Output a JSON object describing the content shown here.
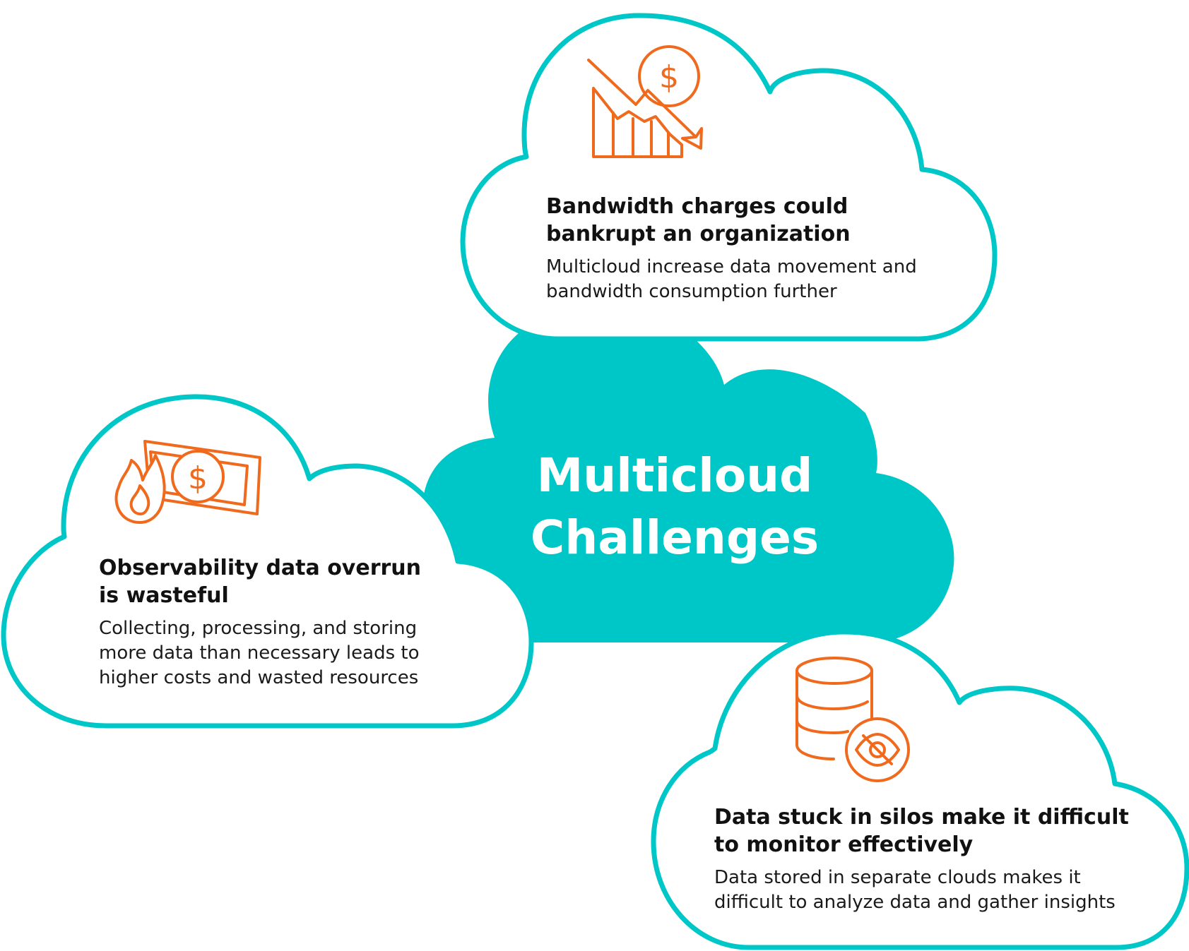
{
  "colors": {
    "accent_teal": "#00C7C7",
    "icon_orange": "#F06A1E",
    "text_dark": "#111111",
    "background": "#FFFFFF"
  },
  "center": {
    "title": "Multicloud\nChallenges"
  },
  "clouds": {
    "top": {
      "icon": "falling-cost-chart-icon",
      "heading": "Bandwidth charges could\nbankrupt an organization",
      "body": "Multicloud increase data movement and\nbandwidth consumption further"
    },
    "left": {
      "icon": "burning-money-icon",
      "heading": "Observability data overrun\nis wasteful",
      "body": "Collecting, processing, and storing\nmore data than necessary leads to\nhigher costs and wasted resources"
    },
    "right": {
      "icon": "database-hidden-icon",
      "heading": "Data stuck in silos make it difficult\nto monitor effectively",
      "body": "Data stored in separate clouds makes it\ndifficult to analyze data and gather insights"
    }
  }
}
